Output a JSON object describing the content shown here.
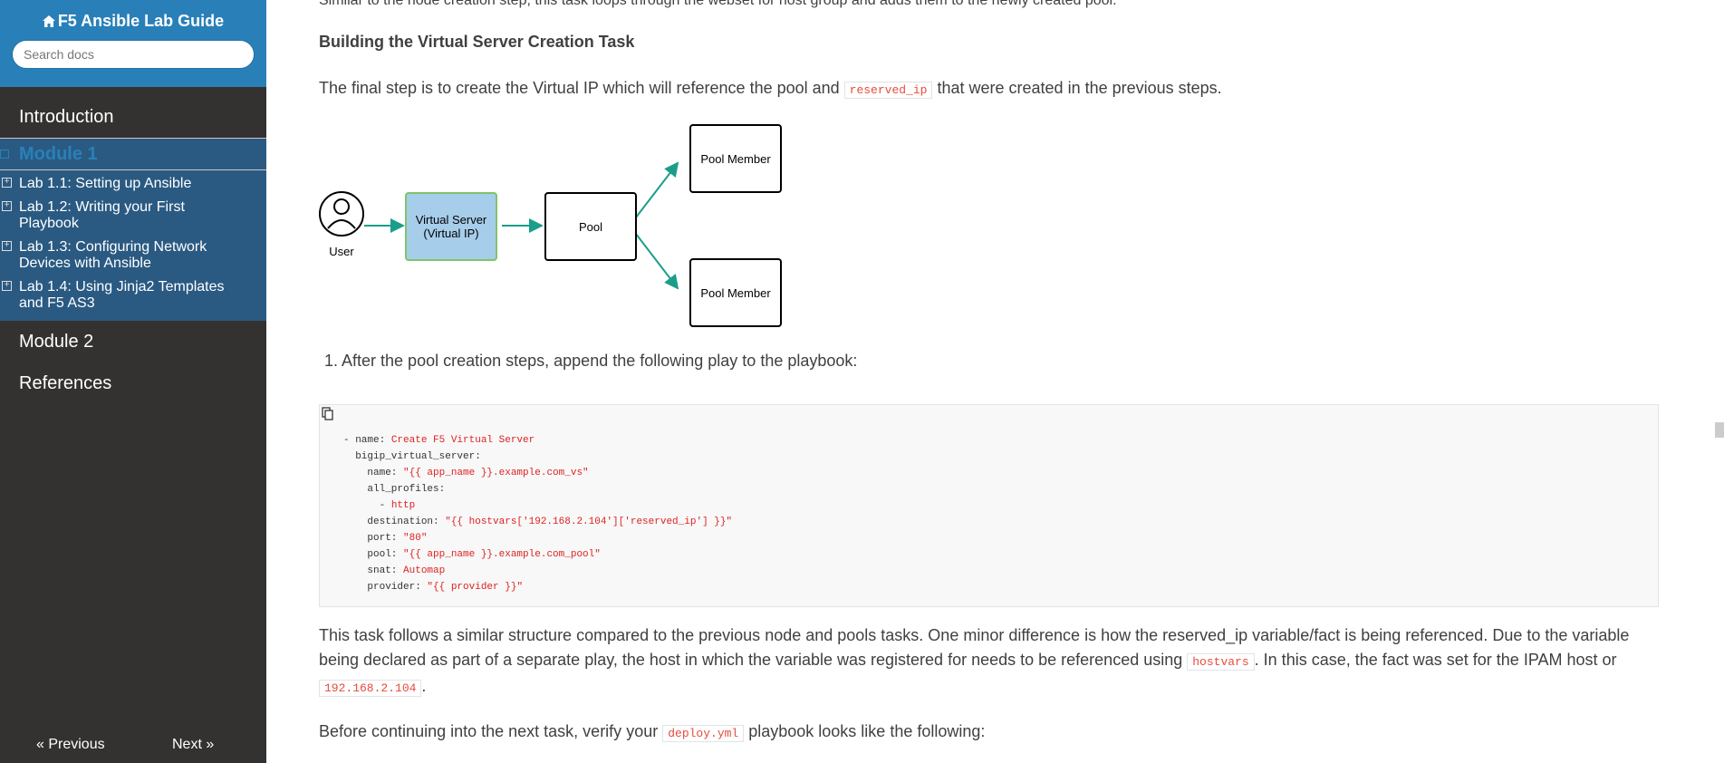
{
  "sidebar": {
    "brand": "F5 Ansible Lab Guide",
    "search_placeholder": "Search docs",
    "nav": {
      "introduction": "Introduction",
      "module1": "Module 1",
      "module1_items": [
        "Lab 1.1: Setting up Ansible",
        "Lab 1.2: Writing your First Playbook",
        "Lab 1.3: Configuring Network Devices with Ansible",
        "Lab 1.4: Using Jinja2 Templates and F5 AS3"
      ],
      "module2": "Module 2",
      "references": "References"
    },
    "prev": "« Previous",
    "next": "Next »"
  },
  "content": {
    "cut_text": "Similar to the node creation step, this task loops through the webset for host group and adds them to the newly created pool.",
    "heading": "Building the Virtual Server Creation Task",
    "intro_before": "The final step is to create the Virtual IP which will reference the pool and ",
    "intro_code": "reserved_ip",
    "intro_after": " that were created in the previous steps.",
    "diagram": {
      "user_label": "User",
      "vs_label_line1": "Virtual Server",
      "vs_label_line2": "(Virtual IP)",
      "pool_label": "Pool",
      "member1_label": "Pool Member",
      "member2_label": "Pool Member"
    },
    "step1": "1. After the pool creation steps, append the following play to the playbook:",
    "para2_part1": "This task follows a similar structure compared to the previous node and pools tasks. One minor difference is how the reserved_ip variable/fact is being referenced. Due to the variable being declared as part of a separate play, the host in which the variable was registered for needs to be referenced using ",
    "para2_code1": "hostvars",
    "para2_part2": ". In this case, the fact was set for the IPAM host or",
    "para2_code2": "192.168.2.104",
    "para2_part3": ".",
    "para3_before": "Before continuing into the next task, verify your ",
    "para3_code": "deploy.yml",
    "para3_after": " playbook looks like the following:"
  },
  "code": {
    "l1_key": "- name: ",
    "l1_val": "Create F5 Virtual Server",
    "l2": "  bigip_virtual_server:",
    "l3_key": "    name: ",
    "l3_val": "\"{{ app_name }}.example.com_vs\"",
    "l4": "    all_profiles:",
    "l5_dash": "      - ",
    "l5_val": "http",
    "l6_key": "    destination: ",
    "l6_val": "\"{{ hostvars['192.168.2.104']['reserved_ip'] }}\"",
    "l7_key": "    port: ",
    "l7_val": "\"80\"",
    "l8_key": "    pool: ",
    "l8_val": "\"{{ app_name }}.example.com_pool\"",
    "l9_key": "    snat: ",
    "l9_val": "Automap",
    "l10_key": "    provider: ",
    "l10_val": "\"{{ provider }}\""
  },
  "colors": {
    "sidebar_top": "#2980b9",
    "sidebar_bg": "#343131",
    "current_section": "#2a5a82",
    "inline_code": "#e74c3c",
    "arrow": "#1a9e8a"
  },
  "icons": [
    "home-icon",
    "copy-icon",
    "user-icon",
    "plus-icon",
    "minus-icon"
  ]
}
